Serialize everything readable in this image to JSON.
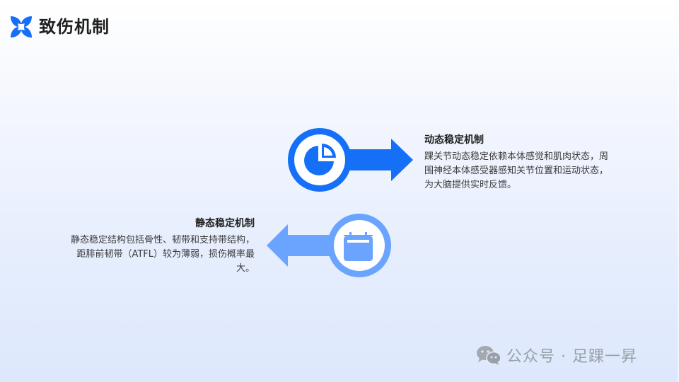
{
  "header": {
    "title": "致伤机制",
    "logo_icon": "four-petal-x-logo-icon"
  },
  "colors": {
    "primary": "#1570f7",
    "secondary": "#6aa4ff",
    "title_text": "#1f1f1f",
    "body_text": "#3a3a3a",
    "watermark": "#9aa0a8"
  },
  "mechanisms": [
    {
      "id": "dynamic",
      "heading": "动态稳定机制",
      "body_lines": [
        "踝关节动态稳定依赖本体感觉和肌肉状态，周",
        "围神经本体感受器感知关节位置和运动状态，",
        "为大脑提供实时反馈。"
      ],
      "icon": "pie-chart-icon",
      "arrow_direction": "right",
      "color": "#1570f7"
    },
    {
      "id": "static",
      "heading": "静态稳定机制",
      "body_lines": [
        "静态稳定结构包括骨性、韧带和支持带结构，",
        "距腓前韧带（ATFL）较为薄弱，损伤概率最",
        "大。"
      ],
      "icon": "calendar-icon",
      "arrow_direction": "left",
      "color": "#6aa4ff"
    }
  ],
  "watermark": {
    "icon": "wechat-icon",
    "text": "公众号 · 足踝一昇"
  }
}
